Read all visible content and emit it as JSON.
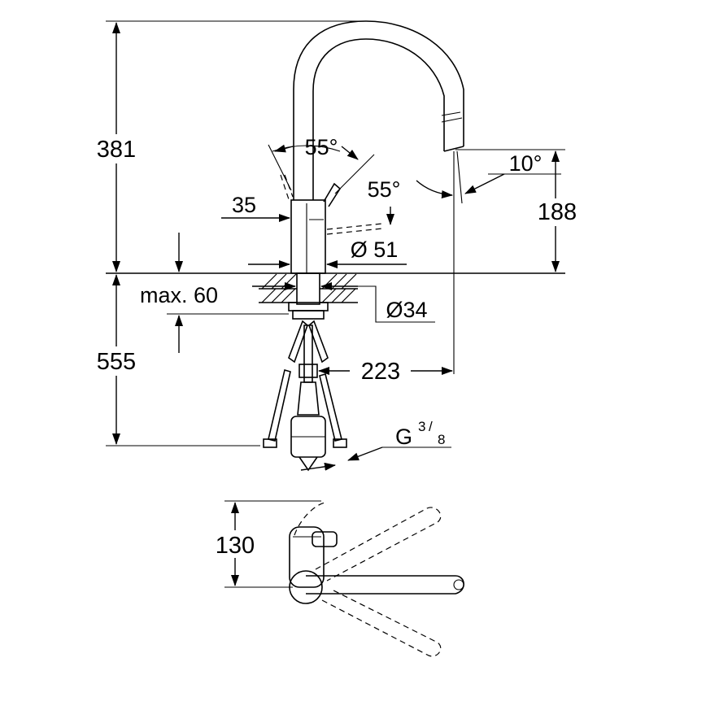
{
  "dimensions": {
    "height_total": "381",
    "angle_left": "55°",
    "angle_right": "55°",
    "lever_offset": "35",
    "body_diameter": "Ø 51",
    "spray_angle": "10°",
    "spout_height": "188",
    "max_thickness": "max. 60",
    "hole_diameter": "Ø34",
    "below_depth": "555",
    "spout_reach": "223",
    "connection_g": "G",
    "connection_num": "3",
    "connection_den": "8",
    "plan_depth": "130"
  }
}
